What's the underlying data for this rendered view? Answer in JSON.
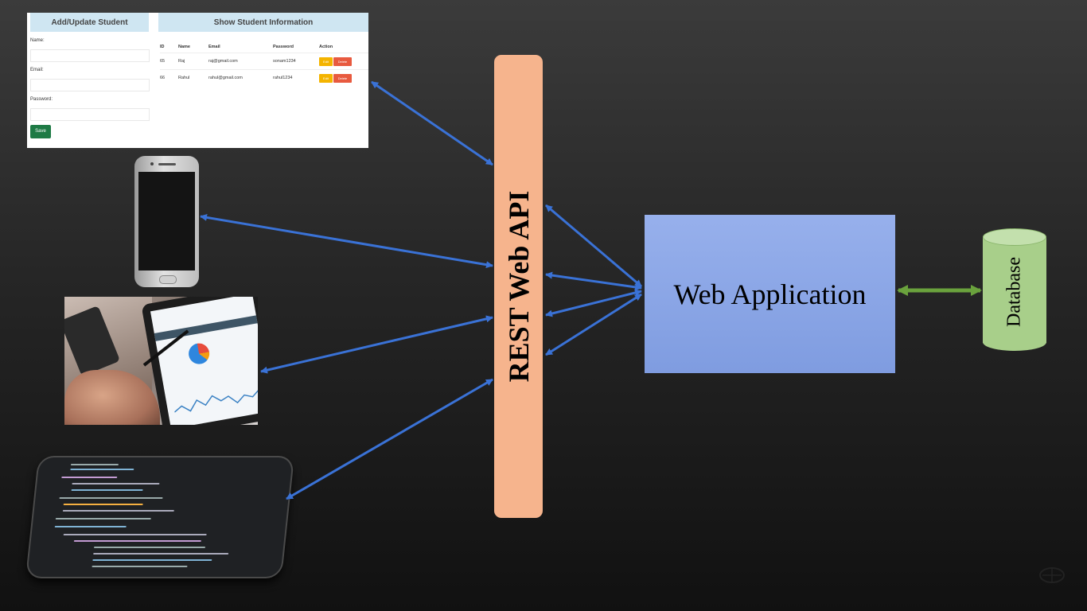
{
  "student_app": {
    "left_header": "Add/Update Student",
    "right_header": "Show Student Information",
    "fields": [
      {
        "label": "Name:"
      },
      {
        "label": "Email:"
      },
      {
        "label": "Password:"
      }
    ],
    "save_label": "Save",
    "table": {
      "columns": [
        "ID",
        "Name",
        "Email",
        "Password",
        "Action"
      ],
      "rows": [
        {
          "id": "65",
          "name": "Raj",
          "email": "raj@gmail.com",
          "password": "sonam1234",
          "edit": "Edit",
          "delete": "Delete"
        },
        {
          "id": "66",
          "name": "Rahul",
          "email": "rahul@gmail.com",
          "password": "rahul1234",
          "edit": "Edit",
          "delete": "Delete"
        }
      ]
    }
  },
  "diagram": {
    "api_label": "REST Web API",
    "webapp_label": "Web Application",
    "db_label": "Database",
    "colors": {
      "arrow_blue": "#3a72d6",
      "arrow_green": "#6aa23d",
      "api_fill": "#f6b48d",
      "webapp_fill": "#8aa6e8",
      "db_fill": "#a8cf8a"
    },
    "connections": [
      {
        "from": "student-web-form",
        "to": "rest-api",
        "direction": "both"
      },
      {
        "from": "smartphone",
        "to": "rest-api",
        "direction": "both"
      },
      {
        "from": "tablet-photo",
        "to": "rest-api",
        "direction": "both"
      },
      {
        "from": "code-laptop",
        "to": "rest-api",
        "direction": "both"
      },
      {
        "from": "rest-api",
        "to": "web-application",
        "direction": "both",
        "count": 4
      },
      {
        "from": "web-application",
        "to": "database",
        "direction": "both"
      }
    ]
  }
}
